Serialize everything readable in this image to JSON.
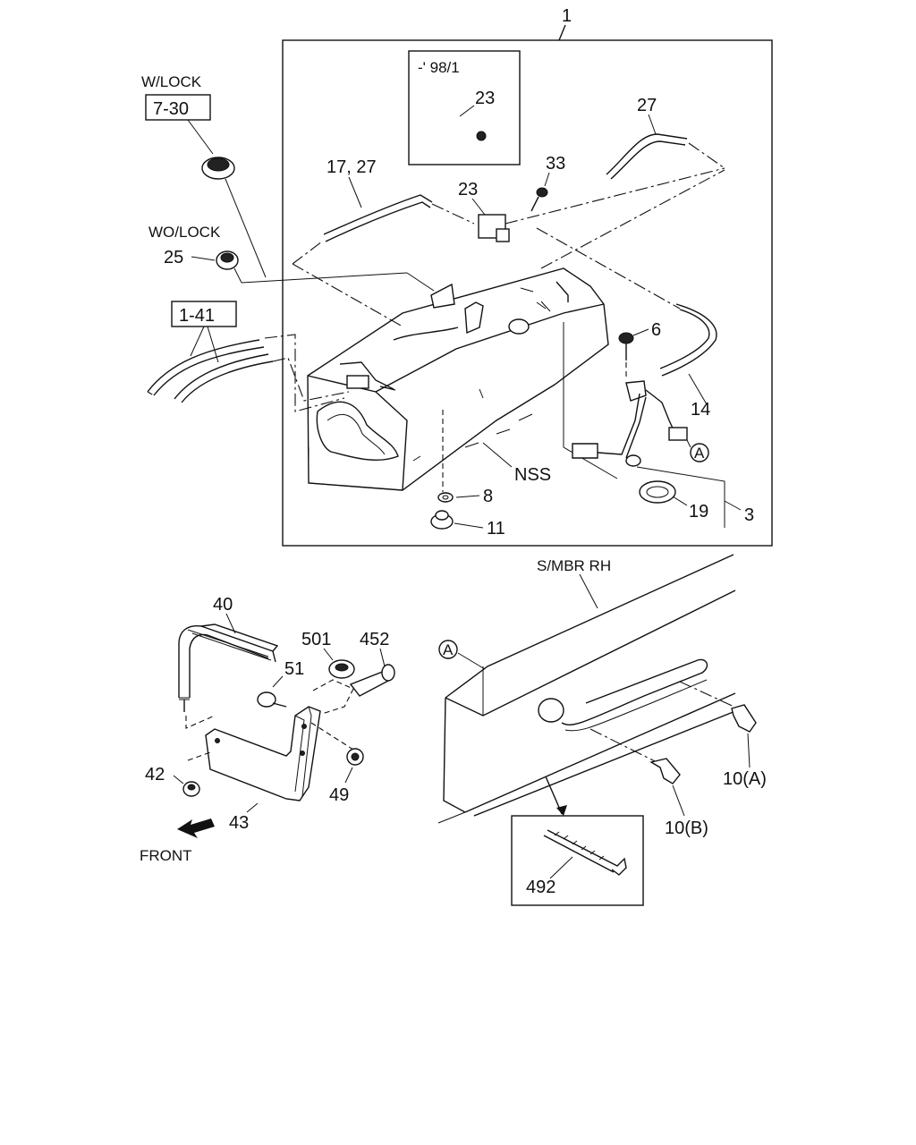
{
  "callouts": {
    "main_assembly": "1",
    "inset_date": "-' 98/1",
    "inset_part": "23",
    "wlock": "W/LOCK",
    "ref_730": "7-30",
    "wolock": "WO/LOCK",
    "p25": "25",
    "ref_141": "1-41",
    "p1727": "17, 27",
    "p23": "23",
    "p33": "33",
    "p27": "27",
    "p6": "6",
    "p14": "14",
    "circle_a_top": "A",
    "nss": "NSS",
    "p8": "8",
    "p11": "11",
    "p19": "19",
    "p3": "3",
    "smbr": "S/MBR RH",
    "circle_a_bottom": "A",
    "p40": "40",
    "p501": "501",
    "p452": "452",
    "p51": "51",
    "p42": "42",
    "p43": "43",
    "p49": "49",
    "front": "FRONT",
    "p10a": "10(A)",
    "p10b": "10(B)",
    "p492": "492"
  }
}
